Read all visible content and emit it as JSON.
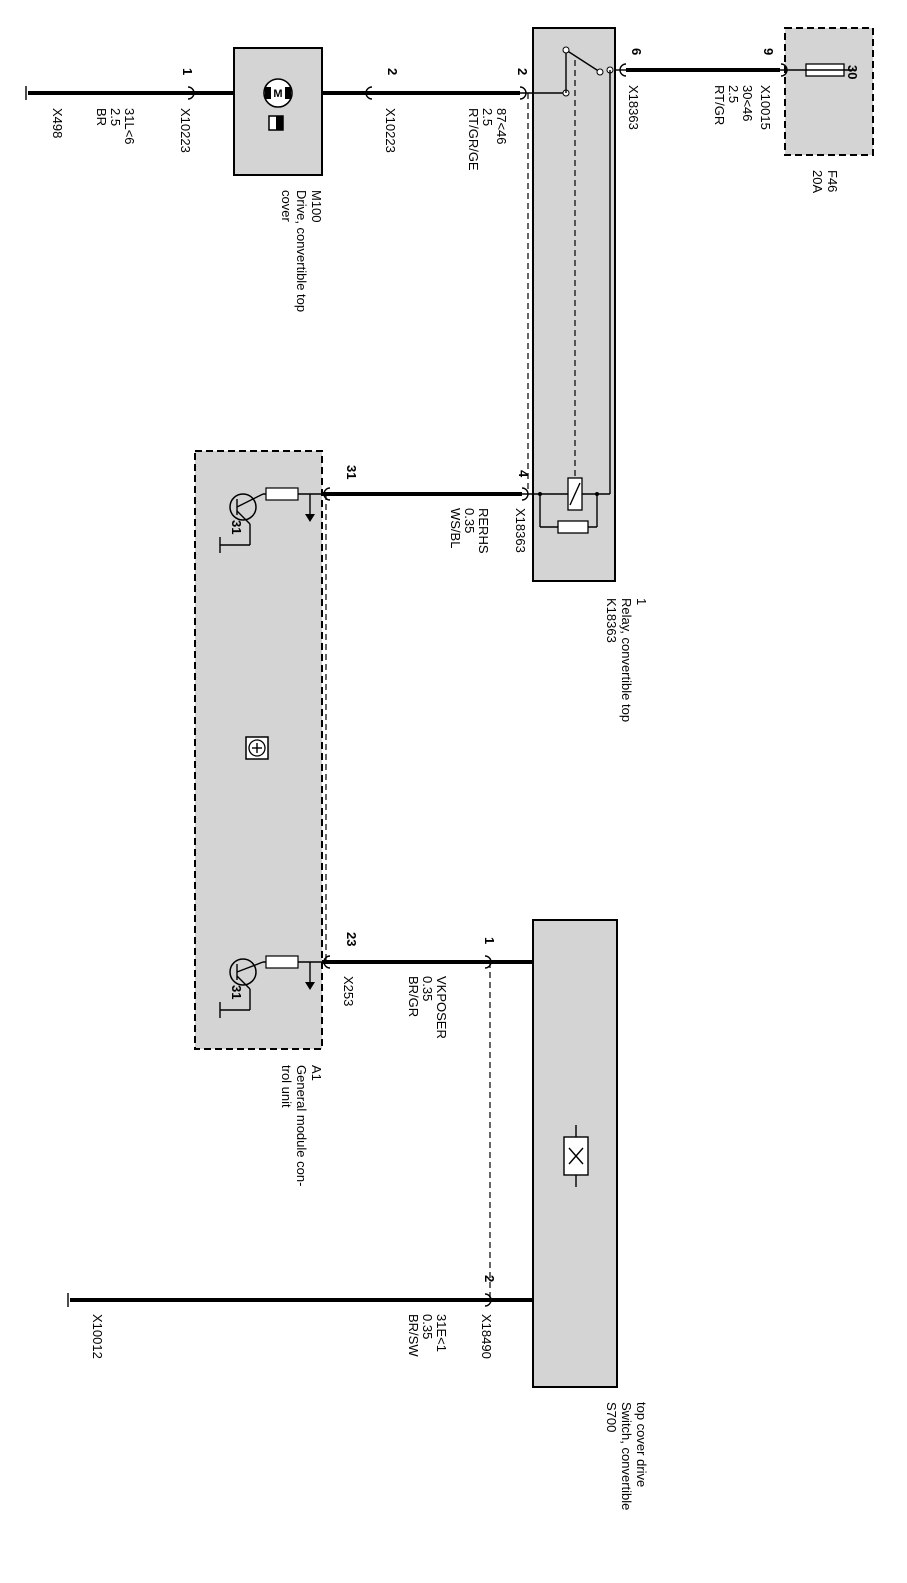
{
  "components": {
    "fuse": {
      "id": "F46",
      "rating": "20A",
      "terminal": "30"
    },
    "relay": {
      "id": "K18363",
      "name": "Relay, convertible top",
      "sub": "1"
    },
    "drive": {
      "id": "M100",
      "name": "Drive, convertible top",
      "name2": "cover"
    },
    "gm": {
      "id": "A1",
      "name": "General module con-",
      "name2": "trol unit"
    },
    "switch": {
      "id": "S700",
      "name": "Switch, convertible",
      "name2": "top cover drive"
    }
  },
  "wires": [
    {
      "pin_a": "9",
      "conn_a": "X10015",
      "signal": "30<46",
      "gauge": "2.5",
      "color": "RT/GR",
      "pin_b": "6",
      "conn_b": "X18363"
    },
    {
      "pin_a": "2",
      "conn_a": "X10223",
      "signal": "87<46",
      "gauge": "2.5",
      "color": "RT/GR/GE",
      "pin_b": "2",
      "conn_b": ""
    },
    {
      "pin_a": "1",
      "conn_a": "X10223",
      "signal": "31L<6",
      "gauge": "2.5",
      "color": "BR",
      "pin_b": "",
      "conn_b": "X498"
    },
    {
      "pin_a": "4",
      "conn_a": "X18363",
      "signal": "RERHS",
      "gauge": "0.35",
      "color": "WS/BL",
      "pin_b": "31",
      "conn_b": ""
    },
    {
      "pin_a": "1",
      "conn_a": "",
      "signal": "VKPOSER",
      "gauge": "0.35",
      "color": "BR/GR",
      "pin_b": "23",
      "conn_b": "X253"
    },
    {
      "pin_a": "2",
      "conn_a": "X18490",
      "signal": "31E<1",
      "gauge": "0.35",
      "color": "BR/SW",
      "pin_b": "",
      "conn_b": "X10012"
    }
  ],
  "internal": {
    "ground_a": "31",
    "ground_b": "31"
  }
}
